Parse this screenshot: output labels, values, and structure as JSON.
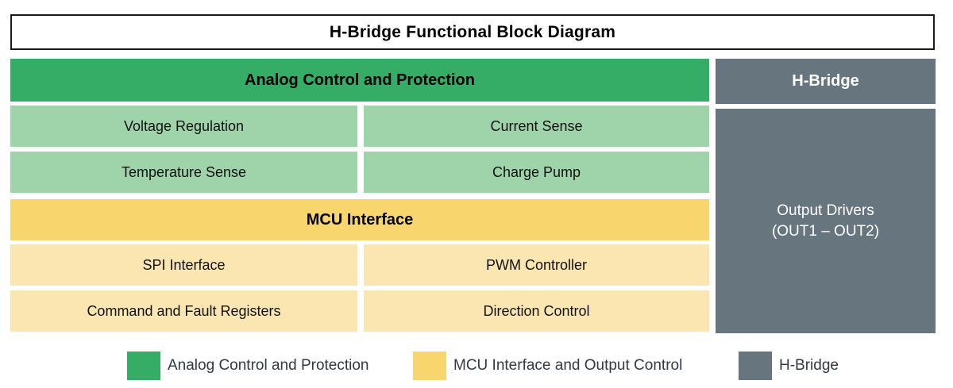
{
  "title": {
    "text": "H-Bridge Functional Block Diagram"
  },
  "colors": {
    "analog_header": "#35ad66",
    "analog_cell": "#9fd4aa",
    "mcu_header": "#f9d56d",
    "mcu_cell": "#fbe6b2",
    "hbridge": "#67757f",
    "title_border": "#1b1b1b",
    "background": "#ffffff",
    "legend_text": "#2f3a43"
  },
  "left_column": {
    "analog": {
      "header": "Analog Control and Protection",
      "rows": [
        {
          "left": "Voltage Regulation",
          "right": "Current Sense"
        },
        {
          "left": "Temperature Sense",
          "right": "Charge Pump"
        }
      ]
    },
    "mcu": {
      "header": "MCU Interface",
      "rows": [
        {
          "left": "SPI Interface",
          "right": "PWM Controller"
        },
        {
          "left": "Command and Fault Registers",
          "right": "Direction Control"
        }
      ]
    }
  },
  "right_column": {
    "header": "H-Bridge",
    "body_line_1": "Output Drivers",
    "body_line_2": "(OUT1 – OUT2)"
  },
  "legend": {
    "items": [
      {
        "label": "Analog Control and Protection",
        "color": "#35ad66"
      },
      {
        "label": "MCU Interface and Output Control",
        "color": "#f9d56d"
      },
      {
        "label": "H-Bridge",
        "color": "#67757f"
      }
    ]
  }
}
